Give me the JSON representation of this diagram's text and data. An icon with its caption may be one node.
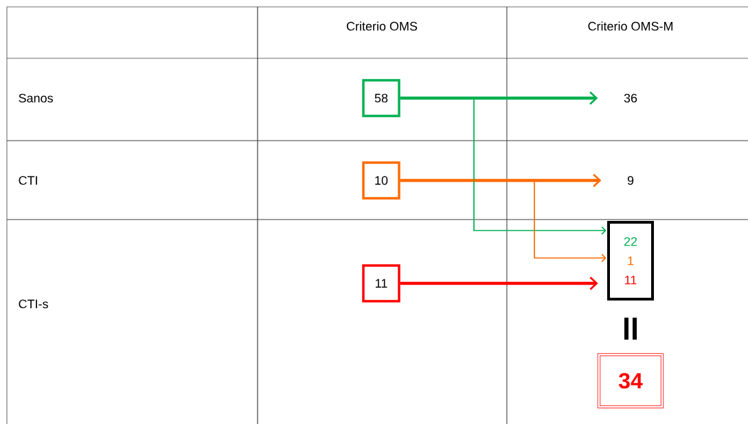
{
  "diagram": {
    "nodes": [
      {
        "text": [
          "58"
        ]
      },
      {
        "text": [
          "10"
        ]
      },
      {
        "text": [
          "11"
        ]
      },
      {
        "text": [
          "36"
        ]
      },
      {
        "text": [
          "9"
        ]
      },
      {
        "text": [
          "22",
          "1",
          "11"
        ]
      },
      {
        "text": [
          "34"
        ]
      }
    ],
    "edges": [
      {
        "from": 0,
        "to": 3,
        "arrow": "to",
        "color": "#00b050"
      },
      {
        "from": 1,
        "to": 4,
        "arrow": "to",
        "color": "#ff6a00"
      },
      {
        "from": 0,
        "to": 5,
        "arrow": "to",
        "color": "#00b050"
      },
      {
        "from": 1,
        "to": 5,
        "arrow": "to",
        "color": "#ff6a00"
      },
      {
        "from": 2,
        "to": 5,
        "arrow": "to",
        "color": "#ff0000"
      }
    ],
    "labels": [
      "Criterio OMS",
      "Criterio OMS-M",
      "Sanos",
      "CTI",
      "CTI-s"
    ]
  }
}
